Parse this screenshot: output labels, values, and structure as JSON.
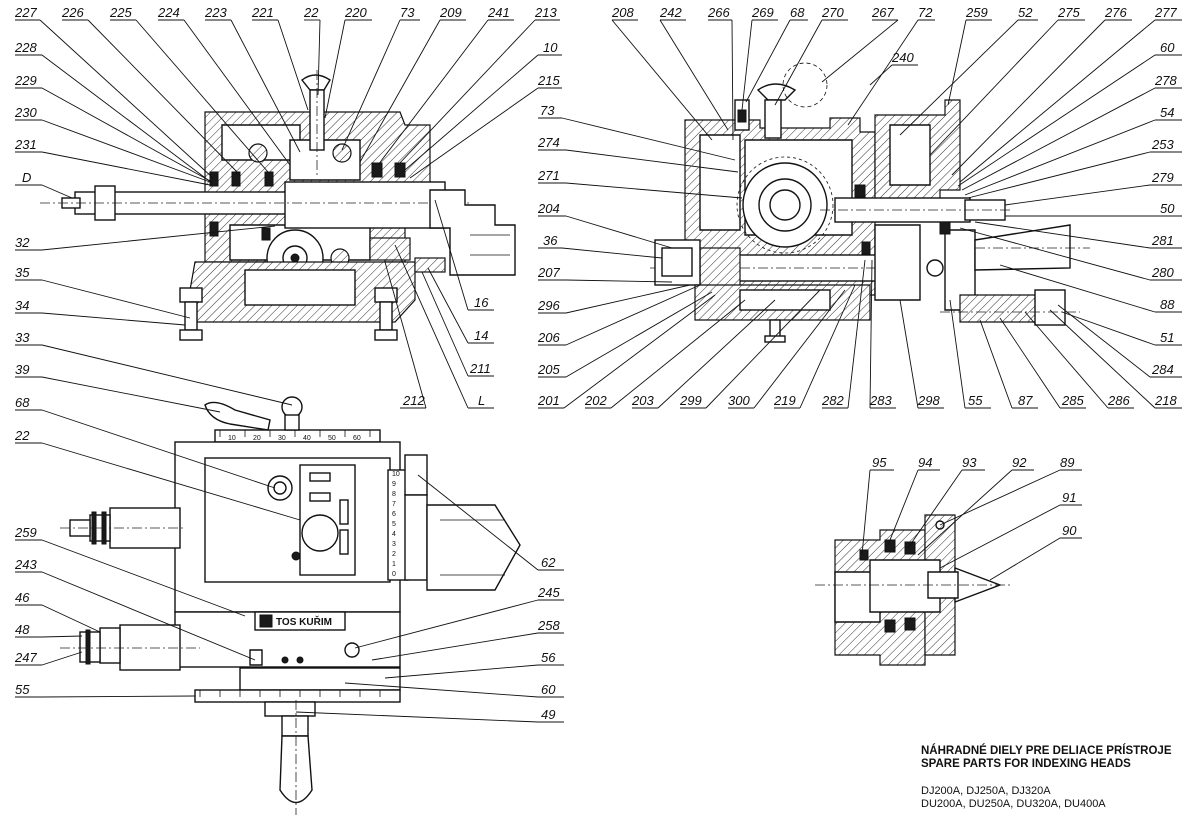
{
  "caption": {
    "title_sk": "NÁHRADNÉ DIELY PRE DELIACE PRÍSTROJE",
    "title_en": "SPARE PARTS FOR INDEXING HEADS",
    "models_line1": "DJ200A, DJ250A, DJ320A",
    "models_line2": "DU200A, DU250A, DU320A, DU400A"
  },
  "logo_text": "TOS KUŘIM",
  "dial_ticks": [
    "10",
    "20",
    "30",
    "40",
    "50",
    "60"
  ],
  "scale_ticks": [
    "0",
    "1",
    "2",
    "3",
    "4",
    "5",
    "6",
    "7",
    "8",
    "9",
    "10"
  ],
  "views": {
    "front_section": {
      "callouts_top": [
        "227",
        "226",
        "225",
        "224",
        "223",
        "221",
        "22",
        "220",
        "73",
        "209",
        "241",
        "213"
      ],
      "callouts_left": [
        "228",
        "229",
        "230",
        "231",
        "D",
        "32",
        "35",
        "34"
      ],
      "callouts_right": [
        "10",
        "215",
        "16",
        "14",
        "211",
        "212",
        "L"
      ]
    },
    "side_section": {
      "callouts_top": [
        "208",
        "242",
        "266",
        "269",
        "68",
        "270",
        "267",
        "72",
        "259",
        "52",
        "275",
        "276",
        "277"
      ],
      "callouts_left": [
        "73",
        "274",
        "271",
        "204",
        "36",
        "207",
        "296",
        "206",
        "205"
      ],
      "callouts_right": [
        "240",
        "60",
        "278",
        "54",
        "253",
        "279",
        "50",
        "281",
        "280",
        "88",
        "51",
        "284"
      ],
      "callouts_bottom": [
        "201",
        "202",
        "203",
        "299",
        "300",
        "219",
        "282",
        "283",
        "298",
        "55",
        "87",
        "285",
        "286",
        "218"
      ]
    },
    "plan_view": {
      "callouts": [
        "33",
        "39",
        "68",
        "22",
        "259",
        "243",
        "46",
        "48",
        "247",
        "55",
        "62",
        "245",
        "258",
        "56",
        "60",
        "49"
      ]
    },
    "tailstock_detail": {
      "callouts": [
        "95",
        "94",
        "93",
        "92",
        "89",
        "91",
        "90"
      ]
    }
  }
}
